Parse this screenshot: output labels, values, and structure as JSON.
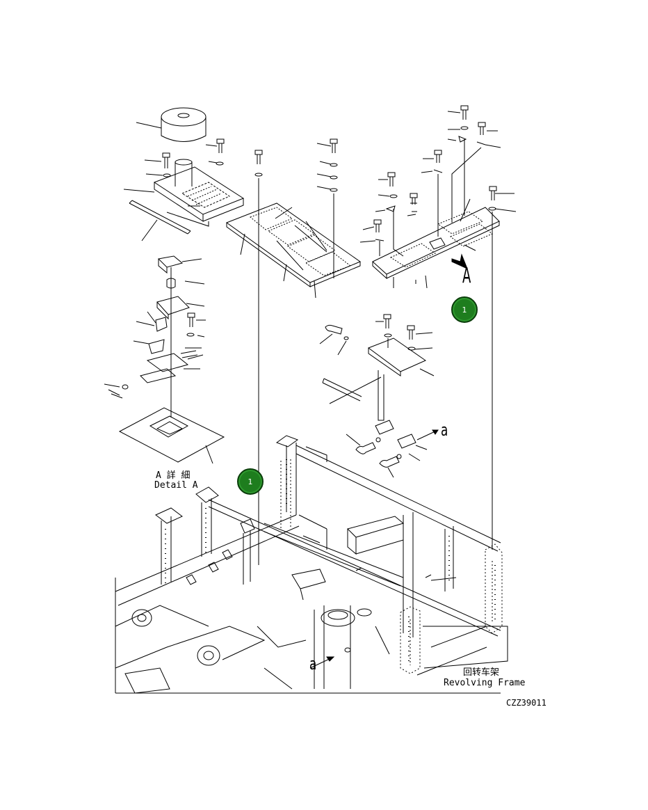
{
  "detail_label": {
    "jp": "A 詳 細",
    "en": "Detail A"
  },
  "view_markers": {
    "view_a": "A",
    "arrow_a_top": "a",
    "arrow_a_bottom": "a"
  },
  "frame_label": {
    "jp": "回转车架",
    "en": "Revolving Frame"
  },
  "drawing_code": "CZZ39011",
  "callouts": [
    {
      "number": "1"
    },
    {
      "number": "1"
    }
  ],
  "colors": {
    "callout_fill": "#1e7d1e",
    "callout_text": "#ffffff",
    "line": "#000000"
  }
}
